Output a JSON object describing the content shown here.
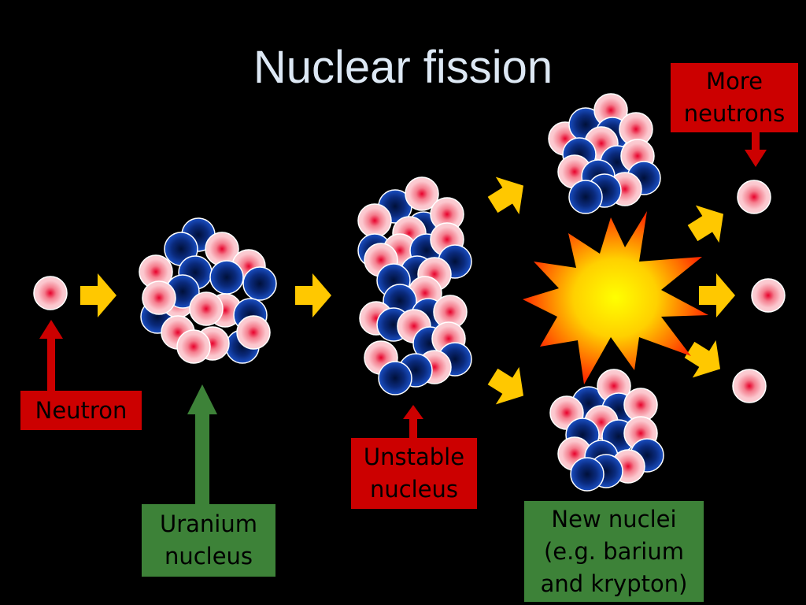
{
  "slide": {
    "title": "Nuclear fission",
    "labels": {
      "neutron": "Neutron",
      "uranium_line1": "Uranium",
      "uranium_line2": "nucleus",
      "unstable_line1": "Unstable",
      "unstable_line2": "nucleus",
      "new_nuclei_line1": "New nuclei",
      "new_nuclei_line2": "(e.g. barium",
      "new_nuclei_line3": "and krypton)",
      "more_neutrons_line1": "More",
      "more_neutrons_line2": "neutrons"
    }
  },
  "colors": {
    "background": "#000000",
    "title_text": "#dde8f4",
    "label_red": "#cc0000",
    "label_green": "#3d8238",
    "arrow_yellow": "#ffc800",
    "neutron_pink": "#f7a9b3",
    "proton_blue": "#0b2f8a",
    "explosion_outer": "#ff3b00",
    "explosion_inner": "#ffff00"
  }
}
